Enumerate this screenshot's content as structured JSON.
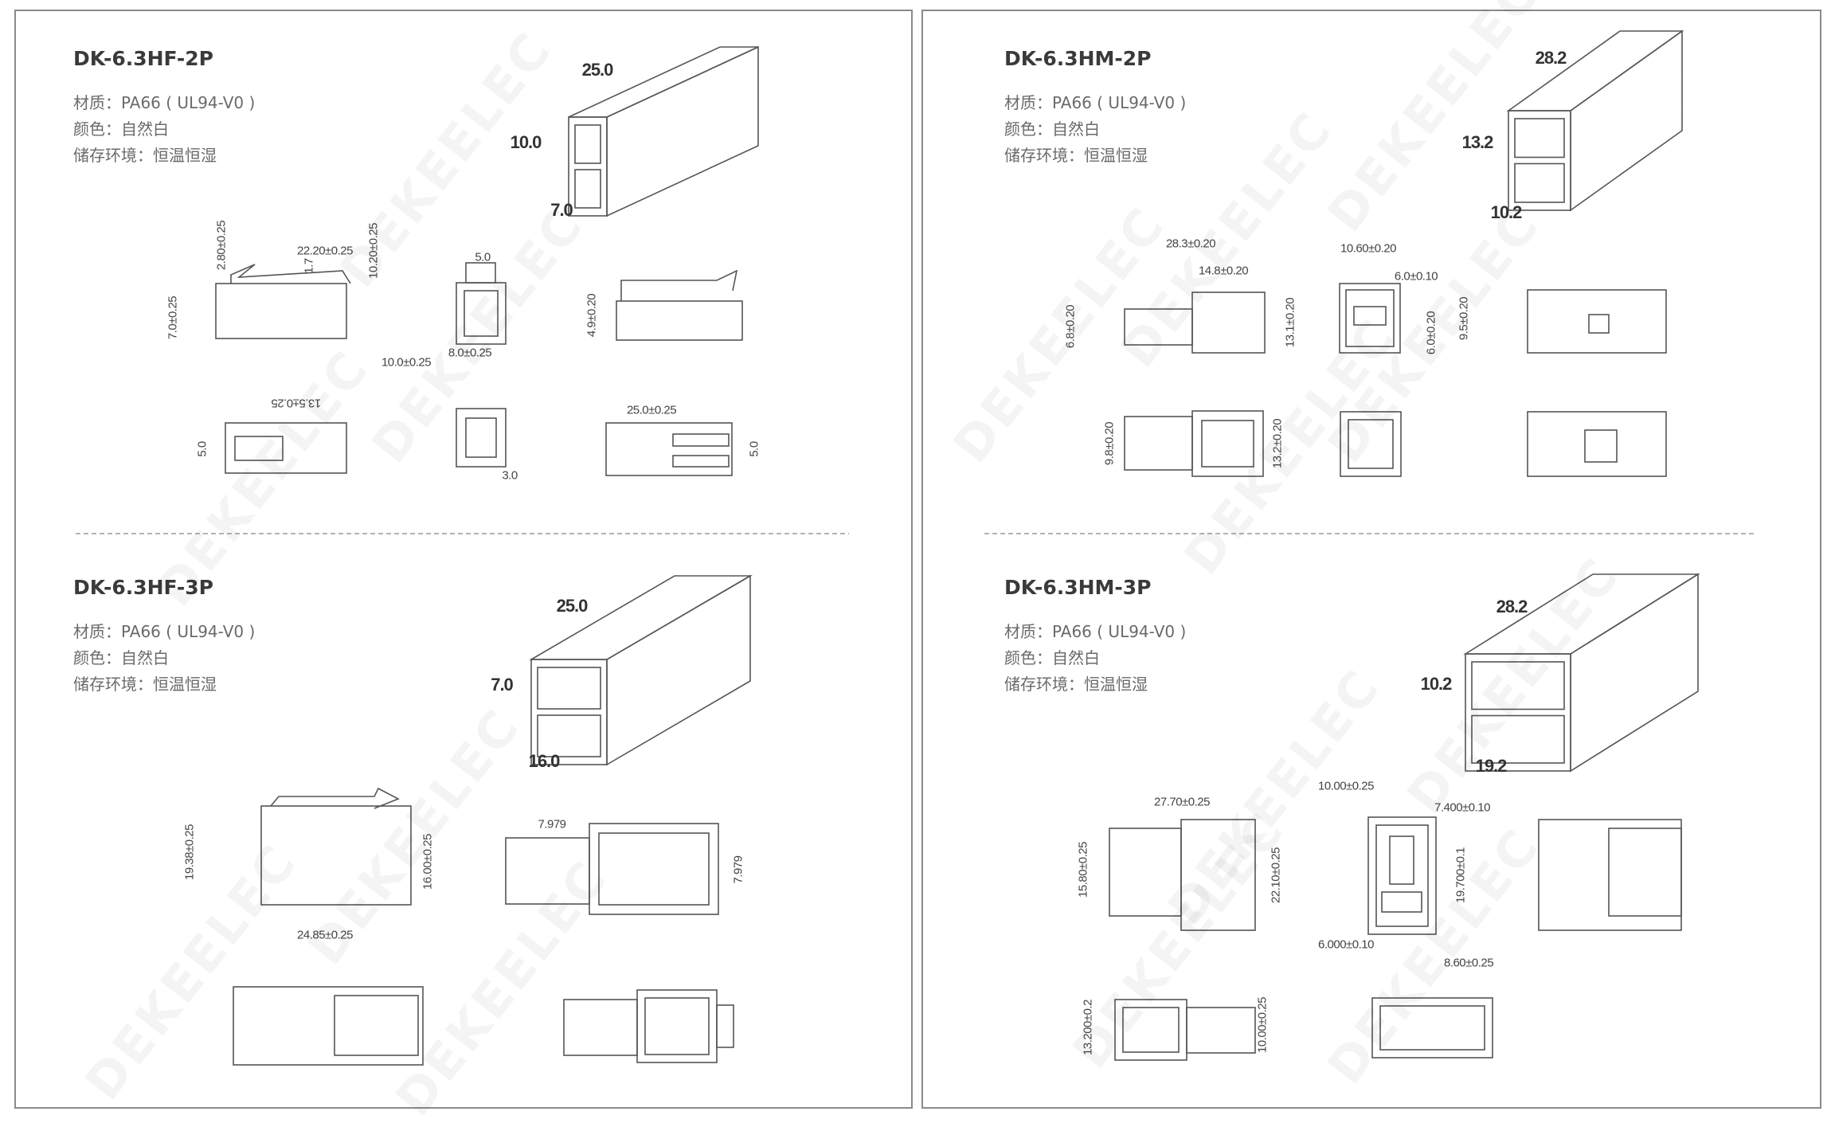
{
  "watermark": "DEKEELEC",
  "spec_labels": {
    "material": "材质：PA66 ( UL94-V0 )",
    "color": "颜色：自然白",
    "storage": "储存环境：恒温恒湿"
  },
  "parts": [
    {
      "model": "DK-6.3HF-2P",
      "iso_dims": [
        "25.0",
        "10.0",
        "7.0"
      ],
      "dims": [
        "22.20±0.25",
        "2.80±0.25",
        "1.7",
        "10.20±0.25",
        "7.0±0.25",
        "5.0",
        "8.0±0.25",
        "10.0±0.25",
        "4.9±0.20",
        "13.5±0.25",
        "5.0",
        "3.0",
        "25.0±0.25",
        "5.0"
      ]
    },
    {
      "model": "DK-6.3HF-3P",
      "iso_dims": [
        "25.0",
        "7.0",
        "16.0"
      ],
      "dims": [
        "19.38±0.25",
        "16.00±0.25",
        "24.85±0.25",
        "7.979",
        "7.979"
      ]
    },
    {
      "model": "DK-6.3HM-2P",
      "iso_dims": [
        "28.2",
        "13.2",
        "10.2"
      ],
      "dims": [
        "28.3±0.20",
        "14.8±0.20",
        "6.8±0.20",
        "13.1±0.20",
        "10.60±0.20",
        "6.0±0.10",
        "6.0±0.20",
        "9.5±0.20",
        "9.8±0.20",
        "13.2±0.20"
      ]
    },
    {
      "model": "DK-6.3HM-3P",
      "iso_dims": [
        "28.2",
        "10.2",
        "19.2"
      ],
      "dims": [
        "27.70±0.25",
        "15.80±0.25",
        "22.10±0.25",
        "10.00±0.25",
        "7.400±0.10",
        "19.700±0.1",
        "6.000±0.10",
        "8.60±0.25",
        "13.200±0.2",
        "10.00±0.25"
      ]
    }
  ]
}
